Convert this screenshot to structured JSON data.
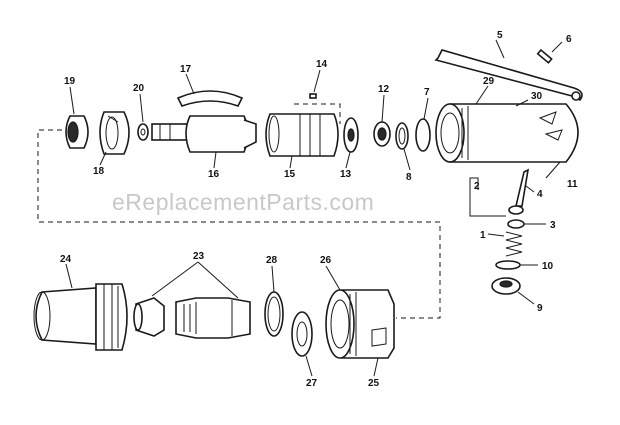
{
  "watermark": "eReplacementParts.com",
  "labels": {
    "p1": "1",
    "p2": "2",
    "p3": "3",
    "p4": "4",
    "p5": "5",
    "p6": "6",
    "p7": "7",
    "p8": "8",
    "p9": "9",
    "p10": "10",
    "p11": "11",
    "p12": "12",
    "p13": "13",
    "p14": "14",
    "p15": "15",
    "p16": "16",
    "p17": "17",
    "p18": "18",
    "p19": "19",
    "p20": "20",
    "p23": "23",
    "p24": "24",
    "p25": "25",
    "p26": "26",
    "p27": "27",
    "p28": "28",
    "p29": "29",
    "p30": "30"
  }
}
